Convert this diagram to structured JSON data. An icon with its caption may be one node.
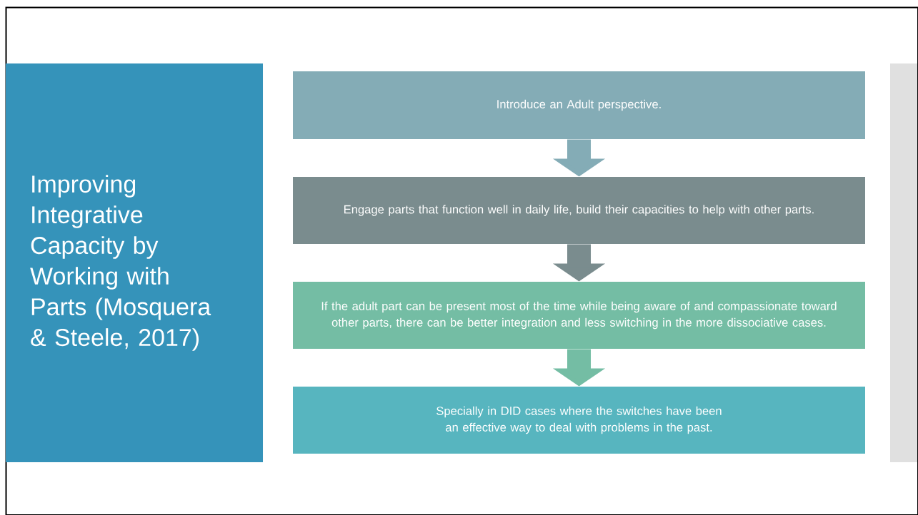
{
  "diagram": {
    "nodes": [
      {
        "text": [
          "Improving Integrative Capacity by Working with Parts (Mosquera & Steele, 2017)"
        ]
      },
      {
        "text": [
          "Introduce an Adult perspective."
        ]
      },
      {
        "text": [
          "Engage parts that function well in daily life, build their capacities to help with other parts."
        ]
      },
      {
        "text": [
          "If the adult part can be present most of the time while being aware of and compassionate toward other parts, there can be better integration and less switching in the more dissociative cases."
        ]
      },
      {
        "text": [
          "Specially in DID cases where the switches have been an effective way to deal with problems in the past."
        ]
      }
    ],
    "edges": [
      {
        "from": 1,
        "to": 2,
        "arrow": "to",
        "color": "#84acb6"
      },
      {
        "from": 2,
        "to": 3,
        "arrow": "to",
        "color": "#7a8c8e"
      },
      {
        "from": 3,
        "to": 4,
        "arrow": "to",
        "color": "#74bda4"
      }
    ]
  }
}
